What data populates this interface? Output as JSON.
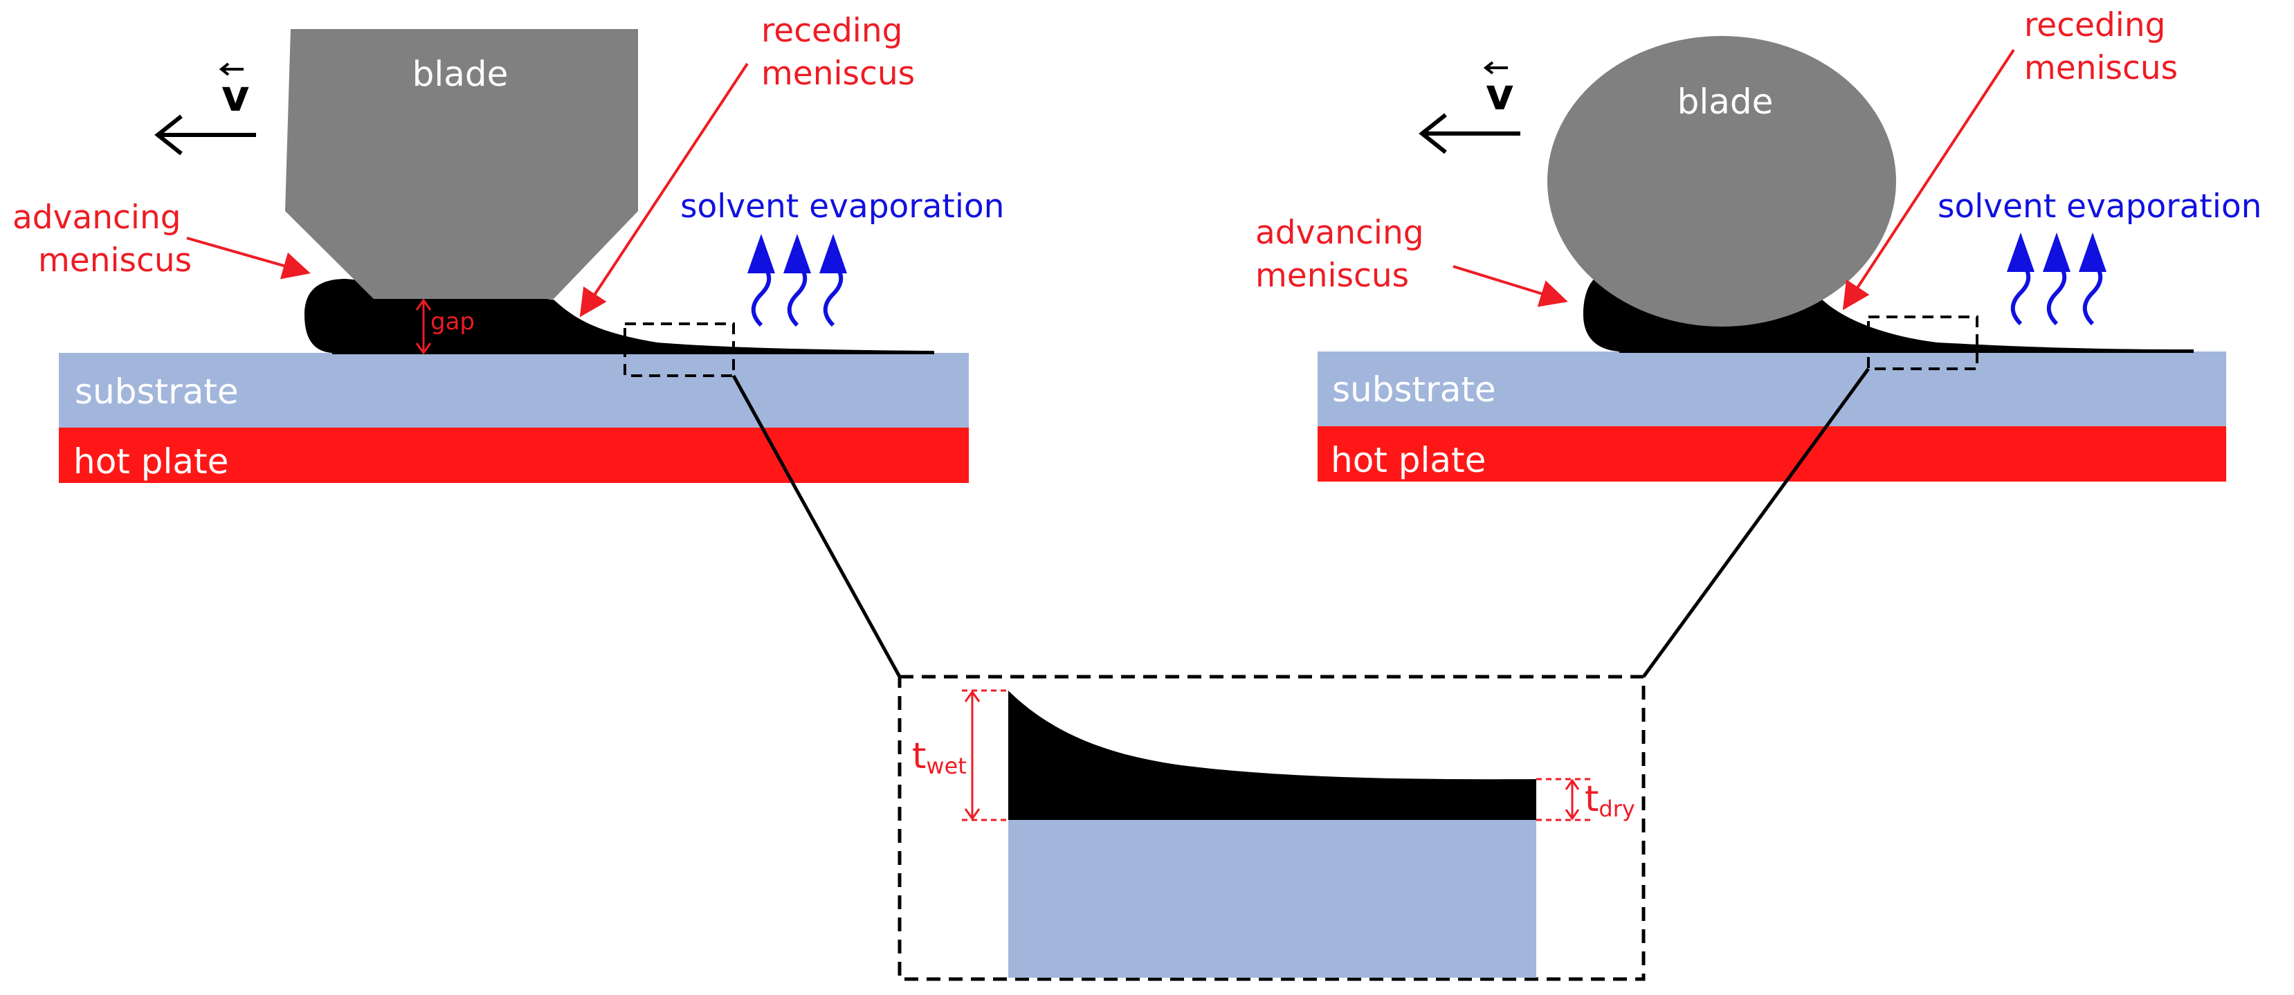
{
  "colors": {
    "blade": "#808080",
    "substrate": "#a2b6dc",
    "hot_plate": "#ff1717",
    "film": "#000000",
    "red_label": "#ee1c24",
    "blue_label": "#1010e0",
    "white_text": "#ffffff",
    "black": "#000000"
  },
  "left_panel": {
    "velocity_symbol": "v",
    "blade_label": "blade",
    "gap_label": "gap",
    "advancing_meniscus": [
      "advancing",
      "meniscus"
    ],
    "receding_meniscus": [
      "receding",
      "meniscus"
    ],
    "solvent_evaporation": "solvent evaporation",
    "substrate_label": "substrate",
    "hot_plate_label": "hot plate"
  },
  "right_panel": {
    "velocity_symbol": "v",
    "blade_label": "blade",
    "advancing_meniscus": [
      "advancing",
      "meniscus"
    ],
    "receding_meniscus": [
      "receding",
      "meniscus"
    ],
    "solvent_evaporation": "solvent evaporation",
    "substrate_label": "substrate",
    "hot_plate_label": "hot plate"
  },
  "inset": {
    "t_wet": {
      "base": "t",
      "sub": "wet"
    },
    "t_dry": {
      "base": "t",
      "sub": "dry"
    }
  }
}
